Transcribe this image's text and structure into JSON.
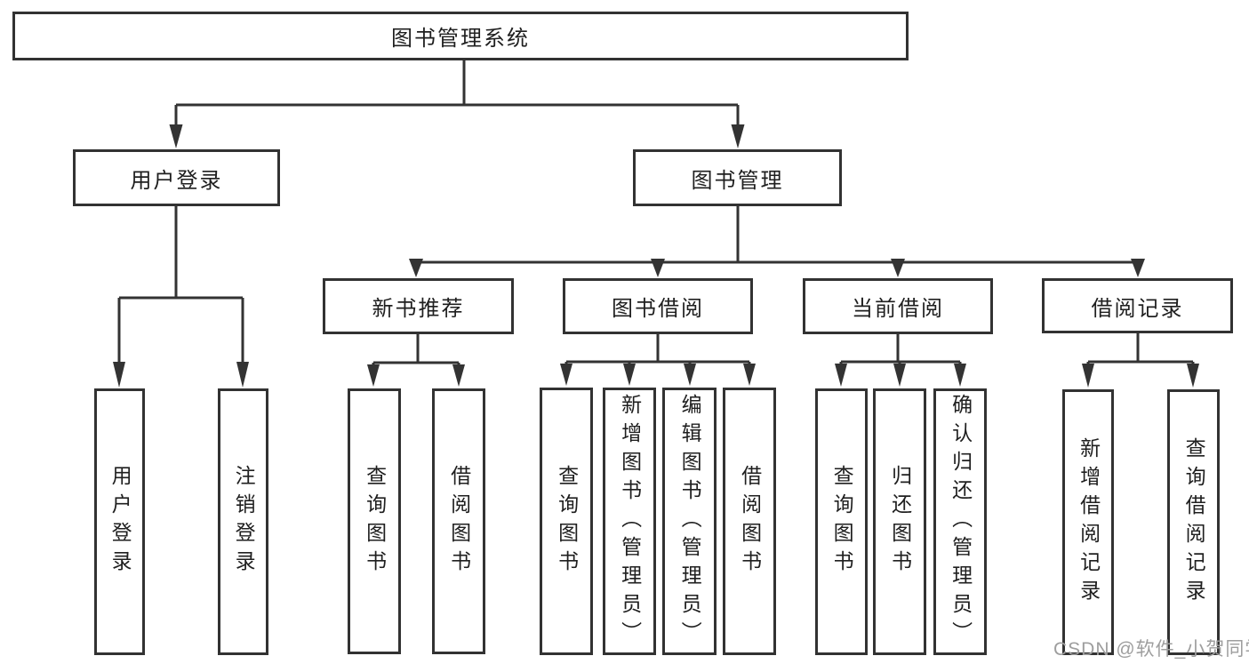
{
  "diagram": {
    "title": "图书管理系统",
    "type": "功能结构图 (functional hierarchy diagram)",
    "colors": {
      "background": "#ffffff",
      "line": "#333333",
      "box_border": "#323232",
      "text": "#1f1f1f",
      "watermark": "#9e9e9e"
    },
    "watermark": "CSDN @软件_小贺同学",
    "nodes": {
      "root": {
        "label": "图书管理系统"
      },
      "user_login": {
        "label": "用户登录"
      },
      "book_mgmt": {
        "label": "图书管理"
      },
      "new_book_rec": {
        "label": "新书推荐"
      },
      "book_borrow": {
        "label": "图书借阅"
      },
      "current_borrow": {
        "label": "当前借阅"
      },
      "borrow_record": {
        "label": "借阅记录"
      },
      "leaf_user_login": {
        "label": "用户登录"
      },
      "leaf_logout": {
        "label": "注销登录"
      },
      "leaf_query_book_1": {
        "label": "查询图书"
      },
      "leaf_borrow_book_1": {
        "label": "借阅图书"
      },
      "leaf_query_book_2": {
        "label": "查询图书"
      },
      "leaf_add_book": {
        "label": "新增图书（管理员）"
      },
      "leaf_edit_book": {
        "label": "编辑图书（管理员）"
      },
      "leaf_borrow_book_2": {
        "label": "借阅图书"
      },
      "leaf_query_book_3": {
        "label": "查询图书"
      },
      "leaf_return_book": {
        "label": "归还图书"
      },
      "leaf_confirm_return": {
        "label": "确认归还（管理员）"
      },
      "leaf_add_record": {
        "label": "新增借阅记录"
      },
      "leaf_query_record": {
        "label": "查询借阅记录"
      }
    },
    "hierarchy": {
      "图书管理系统": {
        "用户登录": [
          "用户登录",
          "注销登录"
        ],
        "图书管理": {
          "新书推荐": [
            "查询图书",
            "借阅图书"
          ],
          "图书借阅": [
            "查询图书",
            "新增图书（管理员）",
            "编辑图书（管理员）",
            "借阅图书"
          ],
          "当前借阅": [
            "查询图书",
            "归还图书",
            "确认归还（管理员）"
          ],
          "借阅记录": [
            "新增借阅记录",
            "查询借阅记录"
          ]
        }
      }
    }
  }
}
